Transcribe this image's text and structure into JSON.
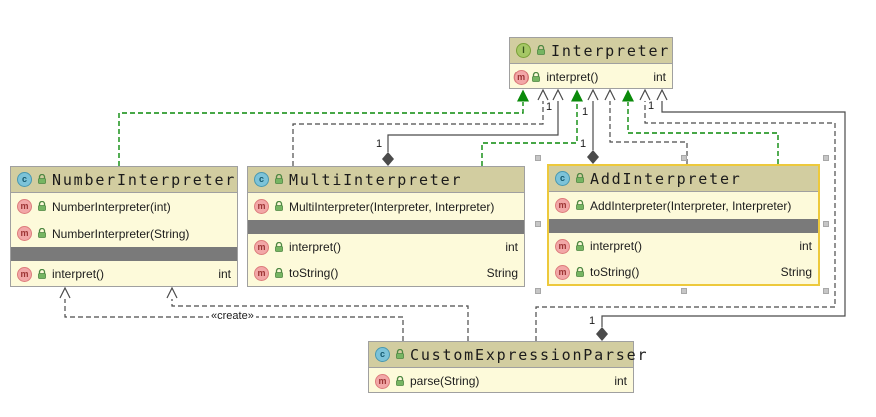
{
  "icons": {
    "interface_letter": "I",
    "class_letter": "c",
    "method_letter": "m",
    "abstract_lparen": "(",
    "abstract_rparen": ")"
  },
  "edge_labels": {
    "create": "«create»",
    "one": "1"
  },
  "classes": {
    "interpreter": {
      "name": "Interpreter",
      "methods": [
        {
          "name": "interpret()",
          "type": "int"
        }
      ]
    },
    "number": {
      "name": "NumberInterpreter",
      "constructors": [
        {
          "name": "NumberInterpreter(int)",
          "type": ""
        },
        {
          "name": "NumberInterpreter(String)",
          "type": ""
        }
      ],
      "methods": [
        {
          "name": "interpret()",
          "type": "int"
        }
      ]
    },
    "multi": {
      "name": "MultiInterpreter",
      "constructors": [
        {
          "name": "MultiInterpreter(Interpreter, Interpreter)",
          "type": ""
        }
      ],
      "methods": [
        {
          "name": "interpret()",
          "type": "int"
        },
        {
          "name": "toString()",
          "type": "String"
        }
      ]
    },
    "add": {
      "name": "AddInterpreter",
      "constructors": [
        {
          "name": "AddInterpreter(Interpreter, Interpreter)",
          "type": ""
        }
      ],
      "methods": [
        {
          "name": "interpret()",
          "type": "int"
        },
        {
          "name": "toString()",
          "type": "String"
        }
      ]
    },
    "parser": {
      "name": "CustomExpressionParser",
      "methods": [
        {
          "name": "parse(String)",
          "type": "int"
        }
      ]
    }
  }
}
